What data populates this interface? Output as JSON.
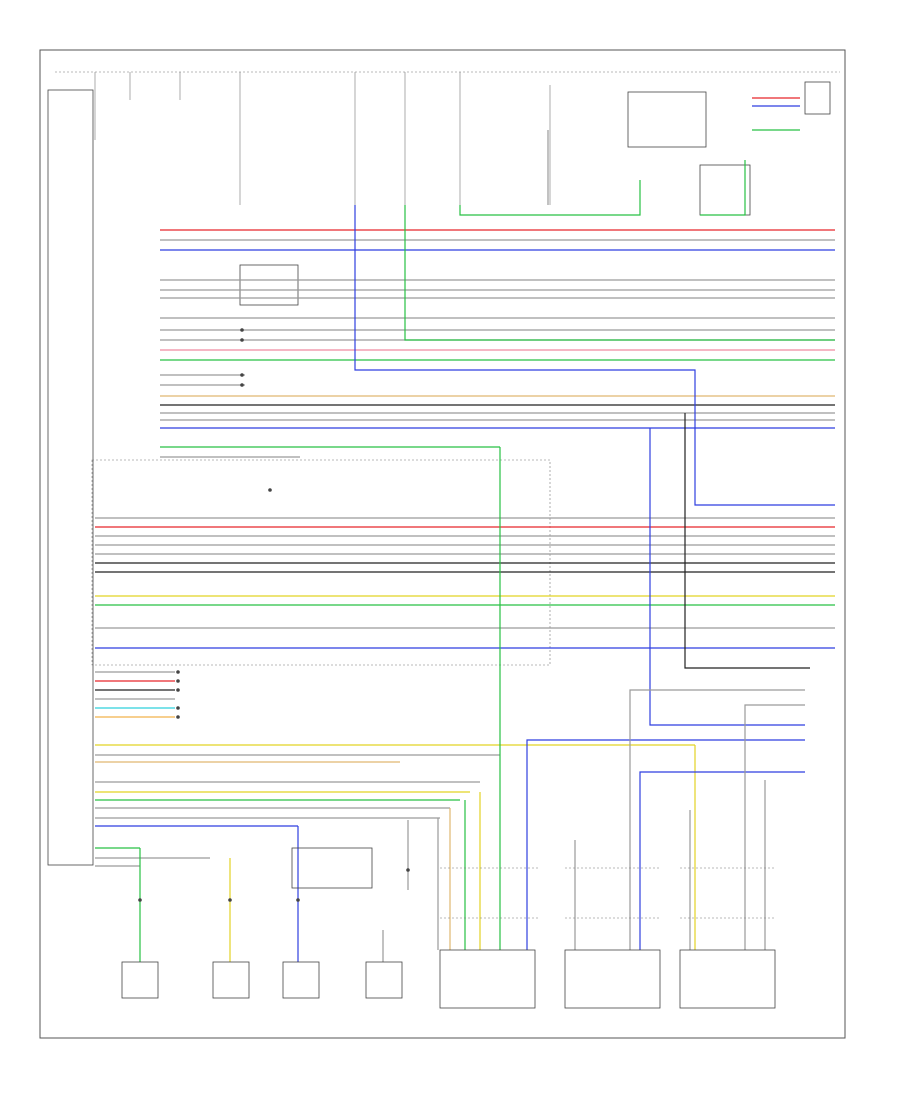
{
  "diagram_code": "",
  "colors": {
    "red": "#e8262a",
    "blue": "#2f3fe0",
    "green": "#27c043",
    "yellow": "#e2d324",
    "black": "#222222",
    "gray": "#9a9a9a",
    "pink": "#ef8aa0",
    "cyan": "#2fd0dc",
    "tan": "#e0b870",
    "orange": "#f2b24a",
    "violet": "#7a62e0"
  },
  "icons": [
    "ground-symbol",
    "fuse-symbol",
    "switch-symbol",
    "connector-symbol"
  ]
}
